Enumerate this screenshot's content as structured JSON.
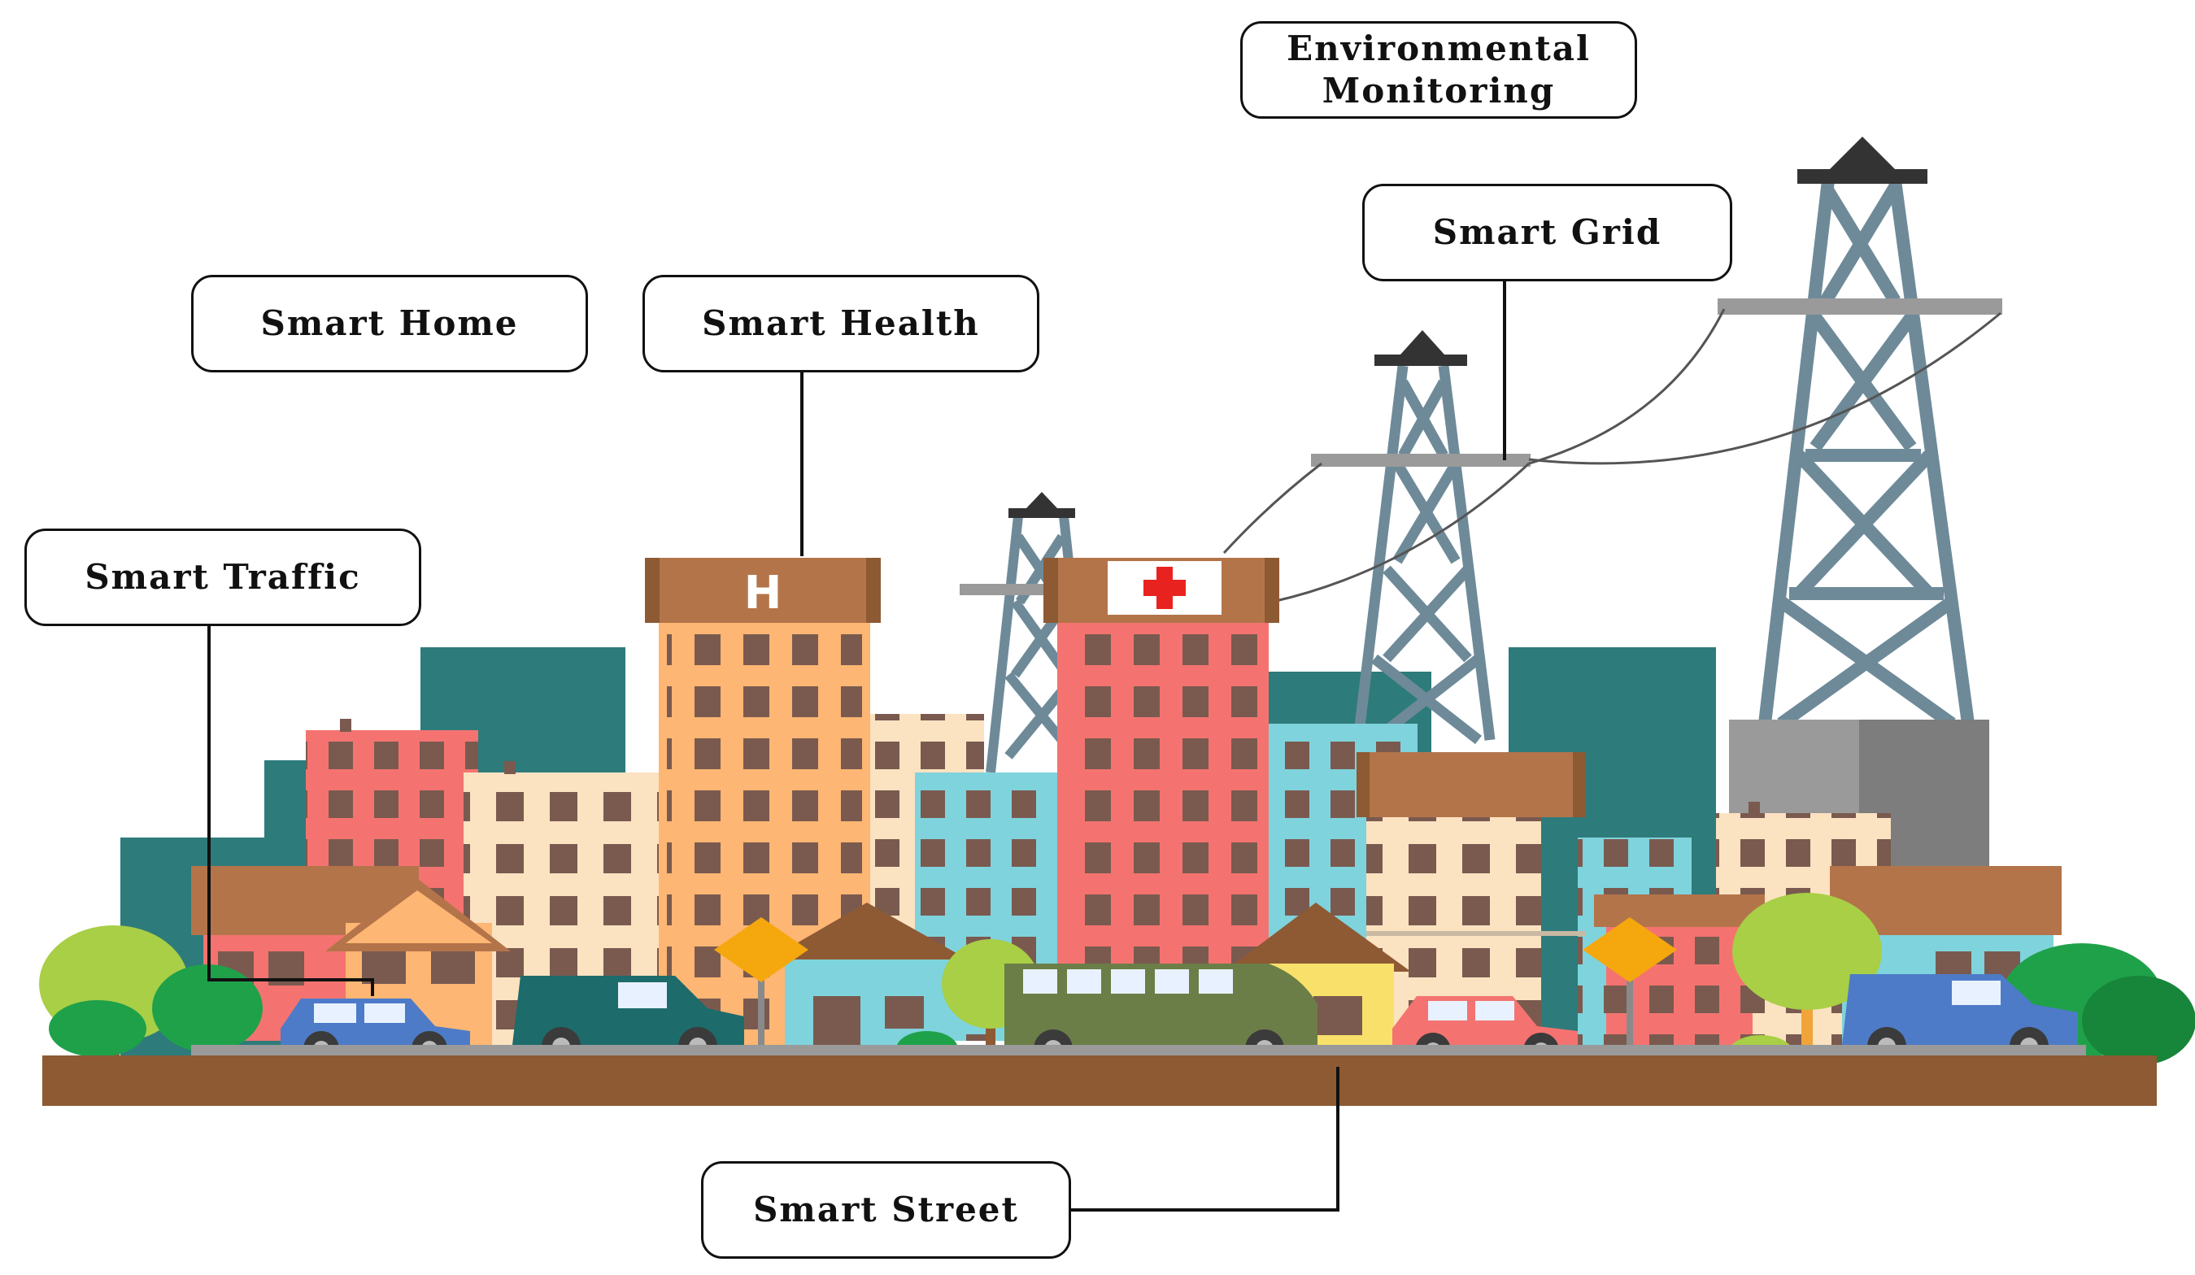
{
  "labels": {
    "smart_home": "Smart Home",
    "smart_health": "Smart Health",
    "smart_traffic": "Smart Traffic",
    "environmental_monitoring_line1": "Environmental",
    "environmental_monitoring_line2": "Monitoring",
    "smart_grid": "Smart Grid",
    "smart_street": "Smart Street"
  },
  "signs": {
    "hotel_letter": "H"
  },
  "colors": {
    "teal": "#2e7b7b",
    "salmon": "#f47370",
    "orange": "#fdb673",
    "cream": "#fbe2c1",
    "cyan": "#7fd3dc",
    "roof_brown": "#b4744a",
    "ground_brown": "#8d5a33",
    "pylon_gray": "#6e8a99",
    "window_brown": "#7a5a4f",
    "tree_green": "#a8cf45",
    "bush_green": "#1fa14a"
  }
}
